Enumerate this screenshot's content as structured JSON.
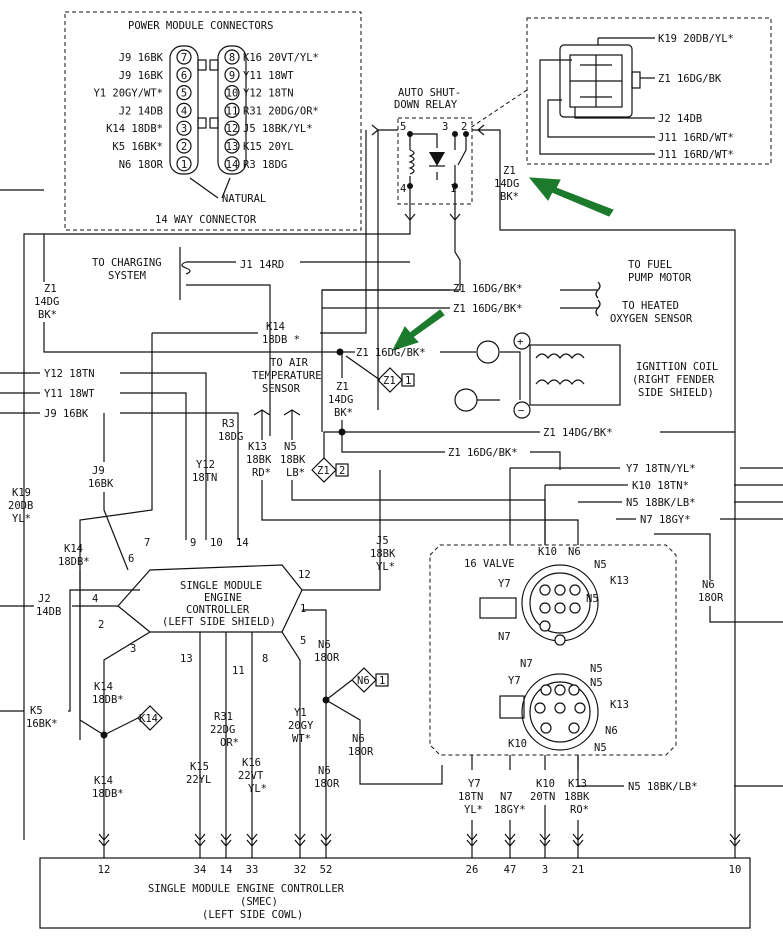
{
  "power_module": {
    "title": "POWER MODULE CONNECTORS",
    "footer": "14 WAY CONNECTOR",
    "natural_label": "NATURAL",
    "left_pins": [
      {
        "label": "J9 16BK",
        "num": "7"
      },
      {
        "label": "J9 16BK",
        "num": "6"
      },
      {
        "label": "Y1 20GY/WT*",
        "num": "5"
      },
      {
        "label": "J2 14DB",
        "num": "4"
      },
      {
        "label": "K14 18DB*",
        "num": "3"
      },
      {
        "label": "K5 16BK*",
        "num": "2"
      },
      {
        "label": "N6 18OR",
        "num": "1"
      }
    ],
    "right_pins": [
      {
        "label": "K16 20VT/YL*",
        "num": "8"
      },
      {
        "label": "Y11 18WT",
        "num": "9"
      },
      {
        "label": "Y12 18TN",
        "num": "10"
      },
      {
        "label": "R31 20DG/OR*",
        "num": "11"
      },
      {
        "label": "J5 18BK/YL*",
        "num": "12"
      },
      {
        "label": "K15 20YL",
        "num": "13"
      },
      {
        "label": "R3 18DG",
        "num": "14"
      }
    ]
  },
  "relay_connector": {
    "k19": "K19 20DB/YL*",
    "z1": "Z1 16DG/BK",
    "j2": "J2 14DB",
    "j11a": "J11 16RD/WT*",
    "j11b": "J11 16RD/WT*"
  },
  "relay": {
    "line1": "AUTO SHUT-",
    "line2": "DOWN RELAY",
    "pins": [
      "5",
      "3",
      "2",
      "4",
      "1"
    ]
  },
  "labels": {
    "z1_top": [
      "Z1",
      "14DG",
      "BK*"
    ],
    "z1_left": [
      "Z1",
      "14DG",
      "BK*"
    ],
    "charging": [
      "TO CHARGING",
      "SYSTEM"
    ],
    "j1": "J1 14RD",
    "fuel_wire": "Z1 16DG/BK*",
    "fuel": [
      "TO FUEL",
      "PUMP MOTOR"
    ],
    "o2_wire": "Z1 16DG/BK*",
    "o2": [
      "TO HEATED",
      "OXYGEN SENSOR"
    ],
    "k14_mid": [
      "K14",
      "18DB *"
    ],
    "coil_wire": "Z1 16DG/BK*",
    "ignition": [
      "IGNITION COIL",
      "(RIGHT FENDER",
      "SIDE SHIELD)"
    ],
    "air_temp": [
      "TO AIR",
      "TEMPERATURE",
      "SENSOR"
    ],
    "z1_mid": [
      "Z1",
      "14DG",
      "BK*"
    ],
    "z1_long": "Z1 14DG/BK*",
    "z1_bottom": "Z1 16DG/BK*",
    "diamond1": "Z1",
    "diamond1_n": "1",
    "diamond2": "Z1",
    "diamond2_n": "2",
    "y12_left": "Y12 18TN",
    "y11_left": "Y11 18WT",
    "j9_left": "J9 16BK",
    "r3": [
      "R3",
      "18DG"
    ],
    "k13": [
      "K13",
      "18BK",
      "RD*"
    ],
    "n5": [
      "N5",
      "18BK",
      "LB*"
    ],
    "y12": [
      "Y12",
      "18TN"
    ],
    "j9": [
      "J9",
      "16BK"
    ],
    "k19": [
      "K19",
      "20DB",
      "YL*"
    ],
    "k14a": [
      "K14",
      "18DB*"
    ],
    "j2": [
      "J2",
      "14DB"
    ],
    "k5": [
      "K5",
      "16BK*"
    ],
    "k14b": [
      "K14",
      "18DB*"
    ],
    "k14c": [
      "K14",
      "18DB*"
    ],
    "k14_diamond": "K14",
    "k15": [
      "K15",
      "22YL"
    ],
    "r31": [
      "R31",
      "22DG",
      "OR*"
    ],
    "k16": [
      "K16",
      "22VT",
      "YL*"
    ],
    "y1": [
      "Y1",
      "20GY",
      "WT*"
    ],
    "n6a": [
      "N6",
      "18OR"
    ],
    "n6b": [
      "N6",
      "18OR"
    ],
    "n6c": [
      "N6",
      "18OR"
    ],
    "n6_diamond": "N6",
    "n6_diamond_n": "1",
    "j5": [
      "J5",
      "18BK",
      "YL*"
    ],
    "y7_right": "Y7 18TN/YL*",
    "k10_right": "K10 18TN*",
    "n5_right": "N5 18BK/LB*",
    "n7_right": "N7 18GY*",
    "n6_right": [
      "N6",
      "18OR"
    ],
    "n5_bottom": "N5 18BK/LB*",
    "sixteen_valve": "16 VALVE",
    "y7_b": [
      "Y7",
      "18TN",
      "YL*"
    ],
    "n7_b": [
      "N7",
      "18GY*"
    ],
    "k10_b": [
      "K10",
      "20TN"
    ],
    "k13_b": [
      "K13",
      "18BK",
      "RO*"
    ]
  },
  "smec_inline": {
    "title": [
      "SINGLE MODULE",
      "ENGINE",
      "CONTROLLER",
      "(LEFT SIDE SHIELD)"
    ],
    "pins": [
      "6",
      "7",
      "9",
      "10",
      "14",
      "12",
      "4",
      "2",
      "3",
      "13",
      "11",
      "8",
      "5",
      "1"
    ]
  },
  "connector_pins_top": [
    "K10",
    "N6",
    "N5",
    "K13",
    "Y7",
    "N7",
    "N5"
  ],
  "connector_pins_bottom": [
    "N7",
    "N5",
    "Y7",
    "N5",
    "K13",
    "N6",
    "K10",
    "N5"
  ],
  "smec": {
    "line1": "SINGLE MODULE ENGINE CONTROLLER",
    "line2": "(SMEC)",
    "line3": "(LEFT SIDE COWL)",
    "pins": [
      "12",
      "34",
      "14",
      "33",
      "32",
      "52",
      "26",
      "47",
      "3",
      "21",
      "10"
    ]
  },
  "colors": {
    "arrow": "#1b7a2b",
    "ink": "#111111"
  }
}
